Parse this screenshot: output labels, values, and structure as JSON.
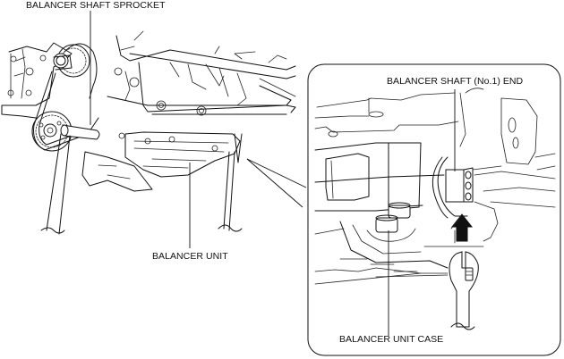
{
  "diagram": {
    "title": "Balancer unit removal illustration",
    "labels": {
      "balancer_shaft_sprocket": "BALANCER SHAFT SPROCKET",
      "balancer_shaft_no1_end": "BALANCER SHAFT (No.1) END",
      "balancer_unit": "BALANCER UNIT",
      "balancer_unit_case": "BALANCER UNIT CASE"
    },
    "callout": {
      "description": "Detail view of balancer shaft end with wrench",
      "arrow_direction": "up"
    },
    "colors": {
      "line": "#111111",
      "background": "#ffffff"
    }
  }
}
